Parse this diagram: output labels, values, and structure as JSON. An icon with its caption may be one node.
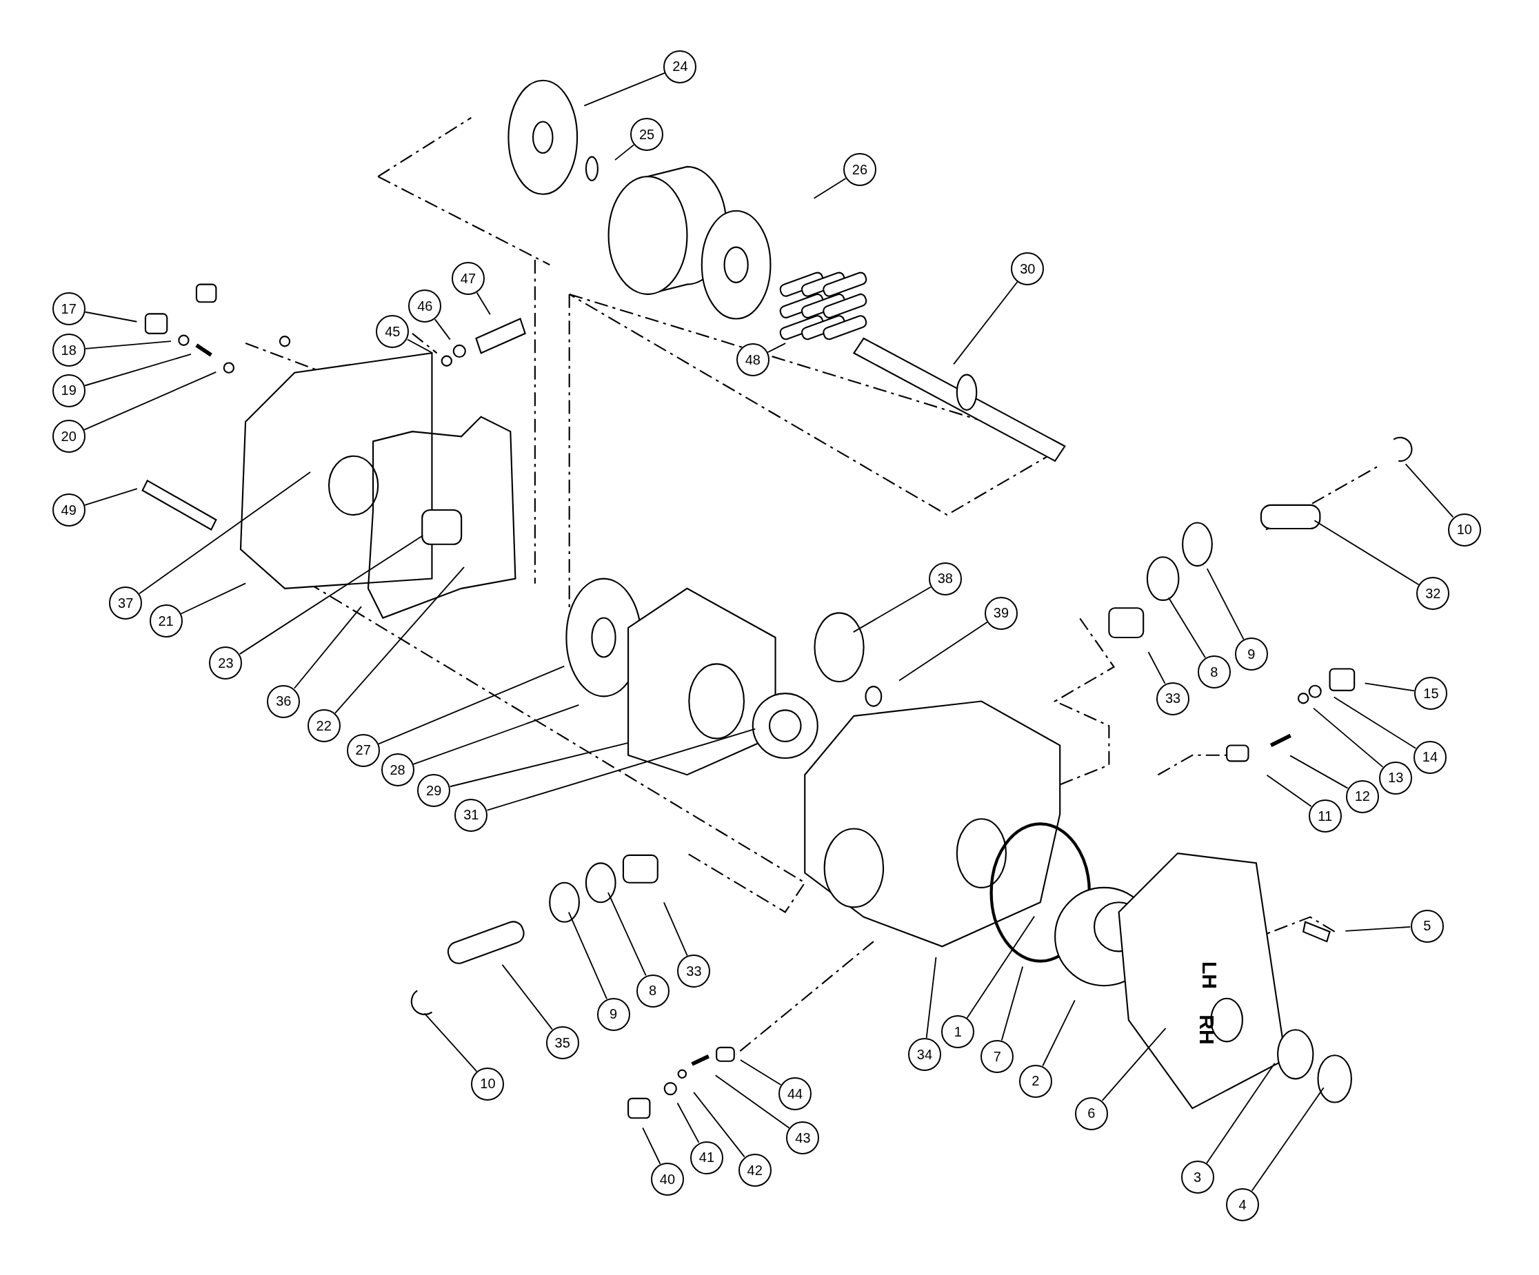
{
  "diagram": {
    "nodes": [
      {
        "text": [
          "24"
        ]
      },
      {
        "text": [
          "25"
        ]
      },
      {
        "text": [
          "26"
        ]
      },
      {
        "text": [
          "30"
        ]
      },
      {
        "text": [
          "47"
        ]
      },
      {
        "text": [
          "46"
        ]
      },
      {
        "text": [
          "45"
        ]
      },
      {
        "text": [
          "17"
        ]
      },
      {
        "text": [
          "18"
        ]
      },
      {
        "text": [
          "19"
        ]
      },
      {
        "text": [
          "20"
        ]
      },
      {
        "text": [
          "48"
        ]
      },
      {
        "text": [
          "49"
        ]
      },
      {
        "text": [
          "10"
        ]
      },
      {
        "text": [
          "32"
        ]
      },
      {
        "text": [
          "38"
        ]
      },
      {
        "text": [
          "37"
        ]
      },
      {
        "text": [
          "21"
        ]
      },
      {
        "text": [
          "39"
        ]
      },
      {
        "text": [
          "9"
        ]
      },
      {
        "text": [
          "8"
        ]
      },
      {
        "text": [
          "23"
        ]
      },
      {
        "text": [
          "33"
        ]
      },
      {
        "text": [
          "15"
        ]
      },
      {
        "text": [
          "36"
        ]
      },
      {
        "text": [
          "22"
        ]
      },
      {
        "text": [
          "27"
        ]
      },
      {
        "text": [
          "14"
        ]
      },
      {
        "text": [
          "28"
        ]
      },
      {
        "text": [
          "13"
        ]
      },
      {
        "text": [
          "29"
        ]
      },
      {
        "text": [
          "12"
        ]
      },
      {
        "text": [
          "31"
        ]
      },
      {
        "text": [
          "11"
        ]
      },
      {
        "text": [
          "5"
        ]
      },
      {
        "text": [
          "33"
        ]
      },
      {
        "text": [
          "8"
        ]
      },
      {
        "text": [
          "9"
        ]
      },
      {
        "text": [
          "1"
        ]
      },
      {
        "text": [
          "35"
        ]
      },
      {
        "text": [
          "34"
        ]
      },
      {
        "text": [
          "7"
        ]
      },
      {
        "text": [
          "2"
        ]
      },
      {
        "text": [
          "10"
        ]
      },
      {
        "text": [
          "44"
        ]
      },
      {
        "text": [
          "6"
        ]
      },
      {
        "text": [
          "43"
        ]
      },
      {
        "text": [
          "41"
        ]
      },
      {
        "text": [
          "42"
        ]
      },
      {
        "text": [
          "3"
        ]
      },
      {
        "text": [
          "40"
        ]
      },
      {
        "text": [
          "4"
        ]
      }
    ],
    "edges": [
      {
        "from": 0,
        "to": null,
        "arrow": "none"
      },
      {
        "from": 1,
        "to": null,
        "arrow": "none"
      },
      {
        "from": 2,
        "to": null,
        "arrow": "none"
      },
      {
        "from": 3,
        "to": null,
        "arrow": "none"
      },
      {
        "from": 4,
        "to": null,
        "arrow": "none"
      },
      {
        "from": 5,
        "to": null,
        "arrow": "none"
      },
      {
        "from": 6,
        "to": null,
        "arrow": "none"
      },
      {
        "from": 7,
        "to": null,
        "arrow": "none"
      },
      {
        "from": 8,
        "to": null,
        "arrow": "none"
      },
      {
        "from": 9,
        "to": null,
        "arrow": "none"
      },
      {
        "from": 10,
        "to": null,
        "arrow": "none"
      },
      {
        "from": 11,
        "to": null,
        "arrow": "none"
      },
      {
        "from": 12,
        "to": null,
        "arrow": "none"
      },
      {
        "from": 13,
        "to": null,
        "arrow": "none"
      },
      {
        "from": 14,
        "to": null,
        "arrow": "none"
      },
      {
        "from": 15,
        "to": null,
        "arrow": "none"
      },
      {
        "from": 16,
        "to": null,
        "arrow": "none"
      },
      {
        "from": 17,
        "to": null,
        "arrow": "none"
      },
      {
        "from": 18,
        "to": null,
        "arrow": "none"
      },
      {
        "from": 19,
        "to": null,
        "arrow": "none"
      },
      {
        "from": 20,
        "to": null,
        "arrow": "none"
      },
      {
        "from": 21,
        "to": null,
        "arrow": "none"
      },
      {
        "from": 22,
        "to": null,
        "arrow": "none"
      },
      {
        "from": 23,
        "to": null,
        "arrow": "none"
      },
      {
        "from": 24,
        "to": null,
        "arrow": "none"
      },
      {
        "from": 25,
        "to": null,
        "arrow": "none"
      },
      {
        "from": 26,
        "to": null,
        "arrow": "none"
      },
      {
        "from": 27,
        "to": null,
        "arrow": "none"
      },
      {
        "from": 28,
        "to": null,
        "arrow": "none"
      },
      {
        "from": 29,
        "to": null,
        "arrow": "none"
      },
      {
        "from": 30,
        "to": null,
        "arrow": "none"
      },
      {
        "from": 31,
        "to": null,
        "arrow": "none"
      },
      {
        "from": 32,
        "to": null,
        "arrow": "none"
      },
      {
        "from": 33,
        "to": null,
        "arrow": "none"
      },
      {
        "from": 34,
        "to": null,
        "arrow": "none"
      },
      {
        "from": 35,
        "to": null,
        "arrow": "none"
      },
      {
        "from": 36,
        "to": null,
        "arrow": "none"
      },
      {
        "from": 37,
        "to": null,
        "arrow": "none"
      },
      {
        "from": 38,
        "to": null,
        "arrow": "none"
      },
      {
        "from": 39,
        "to": null,
        "arrow": "none"
      },
      {
        "from": 40,
        "to": null,
        "arrow": "none"
      },
      {
        "from": 41,
        "to": null,
        "arrow": "none"
      },
      {
        "from": 42,
        "to": null,
        "arrow": "none"
      },
      {
        "from": 43,
        "to": null,
        "arrow": "none"
      },
      {
        "from": 44,
        "to": null,
        "arrow": "none"
      },
      {
        "from": 45,
        "to": null,
        "arrow": "none"
      },
      {
        "from": 46,
        "to": null,
        "arrow": "none"
      },
      {
        "from": 47,
        "to": null,
        "arrow": "none"
      },
      {
        "from": 48,
        "to": null,
        "arrow": "none"
      },
      {
        "from": 49,
        "to": null,
        "arrow": "none"
      },
      {
        "from": 50,
        "to": null,
        "arrow": "none"
      },
      {
        "from": 51,
        "to": null,
        "arrow": "none"
      }
    ],
    "labels": [
      "LH",
      "RH"
    ]
  }
}
